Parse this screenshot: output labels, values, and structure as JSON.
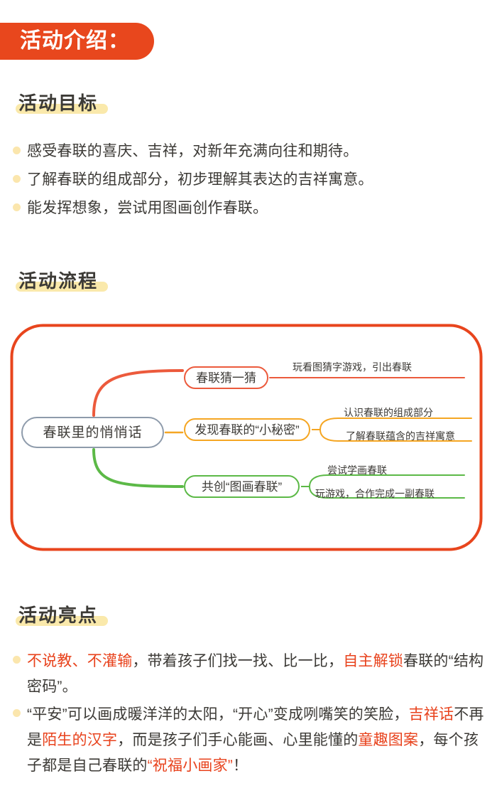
{
  "banner": {
    "title": "活动介绍："
  },
  "colors": {
    "banner_bg": "#e8471d",
    "highlight_yellow": "#fae9ab",
    "bullet_dot": "#fbe6ad",
    "text_dark": "#3c3a36",
    "accent_red": "#e8421c",
    "frame_red": "#e8451d",
    "branch_red": "#ec5a3c",
    "branch_orange": "#f5a623",
    "branch_green": "#5cb947",
    "root_border": "#8e9bab"
  },
  "sections": {
    "goal": {
      "heading": "活动目标",
      "items": [
        "感受春联的喜庆、吉祥，对新年充满向往和期待。",
        "了解春联的组成部分，初步理解其表达的吉祥寓意。",
        "能发挥想象，尝试用图画创作春联。"
      ]
    },
    "flow": {
      "heading": "活动流程"
    },
    "highlights": {
      "heading": "活动亮点",
      "items": [
        {
          "segments": [
            {
              "text": "不说教、不灌输",
              "color": "red"
            },
            {
              "text": "，带着孩子们找一找、比一比，",
              "color": "dark"
            },
            {
              "text": "自主解锁",
              "color": "red"
            },
            {
              "text": "春联的“结构密码”。",
              "color": "dark"
            }
          ]
        },
        {
          "segments": [
            {
              "text": "“平安”可以画成暖洋洋的太阳，“开心”变成咧嘴笑的笑脸，",
              "color": "dark"
            },
            {
              "text": "吉祥话",
              "color": "red"
            },
            {
              "text": "不再是",
              "color": "dark"
            },
            {
              "text": "陌生的汉字",
              "color": "red"
            },
            {
              "text": "，而是孩子们手心能画、心里能懂的",
              "color": "dark"
            },
            {
              "text": "童趣图案",
              "color": "red"
            },
            {
              "text": "，每个孩子都是自己春联的",
              "color": "dark"
            },
            {
              "text": "“祝福小画家”",
              "color": "red"
            },
            {
              "text": "！",
              "color": "dark"
            }
          ]
        }
      ]
    }
  },
  "mindmap": {
    "root": "春联里的悄悄话",
    "branches": [
      {
        "label": "春联猜一猜",
        "color": "#ec5a3c",
        "leaves": [
          "玩看图猜字游戏，引出春联"
        ]
      },
      {
        "label": "发现春联的“小秘密”",
        "color": "#f5a623",
        "leaves": [
          "认识春联的组成部分",
          "了解春联蕴含的吉祥寓意"
        ]
      },
      {
        "label": "共创“图画春联”",
        "color": "#5cb947",
        "leaves": [
          "尝试学画春联",
          "玩游戏，合作完成一副春联"
        ]
      }
    ]
  }
}
